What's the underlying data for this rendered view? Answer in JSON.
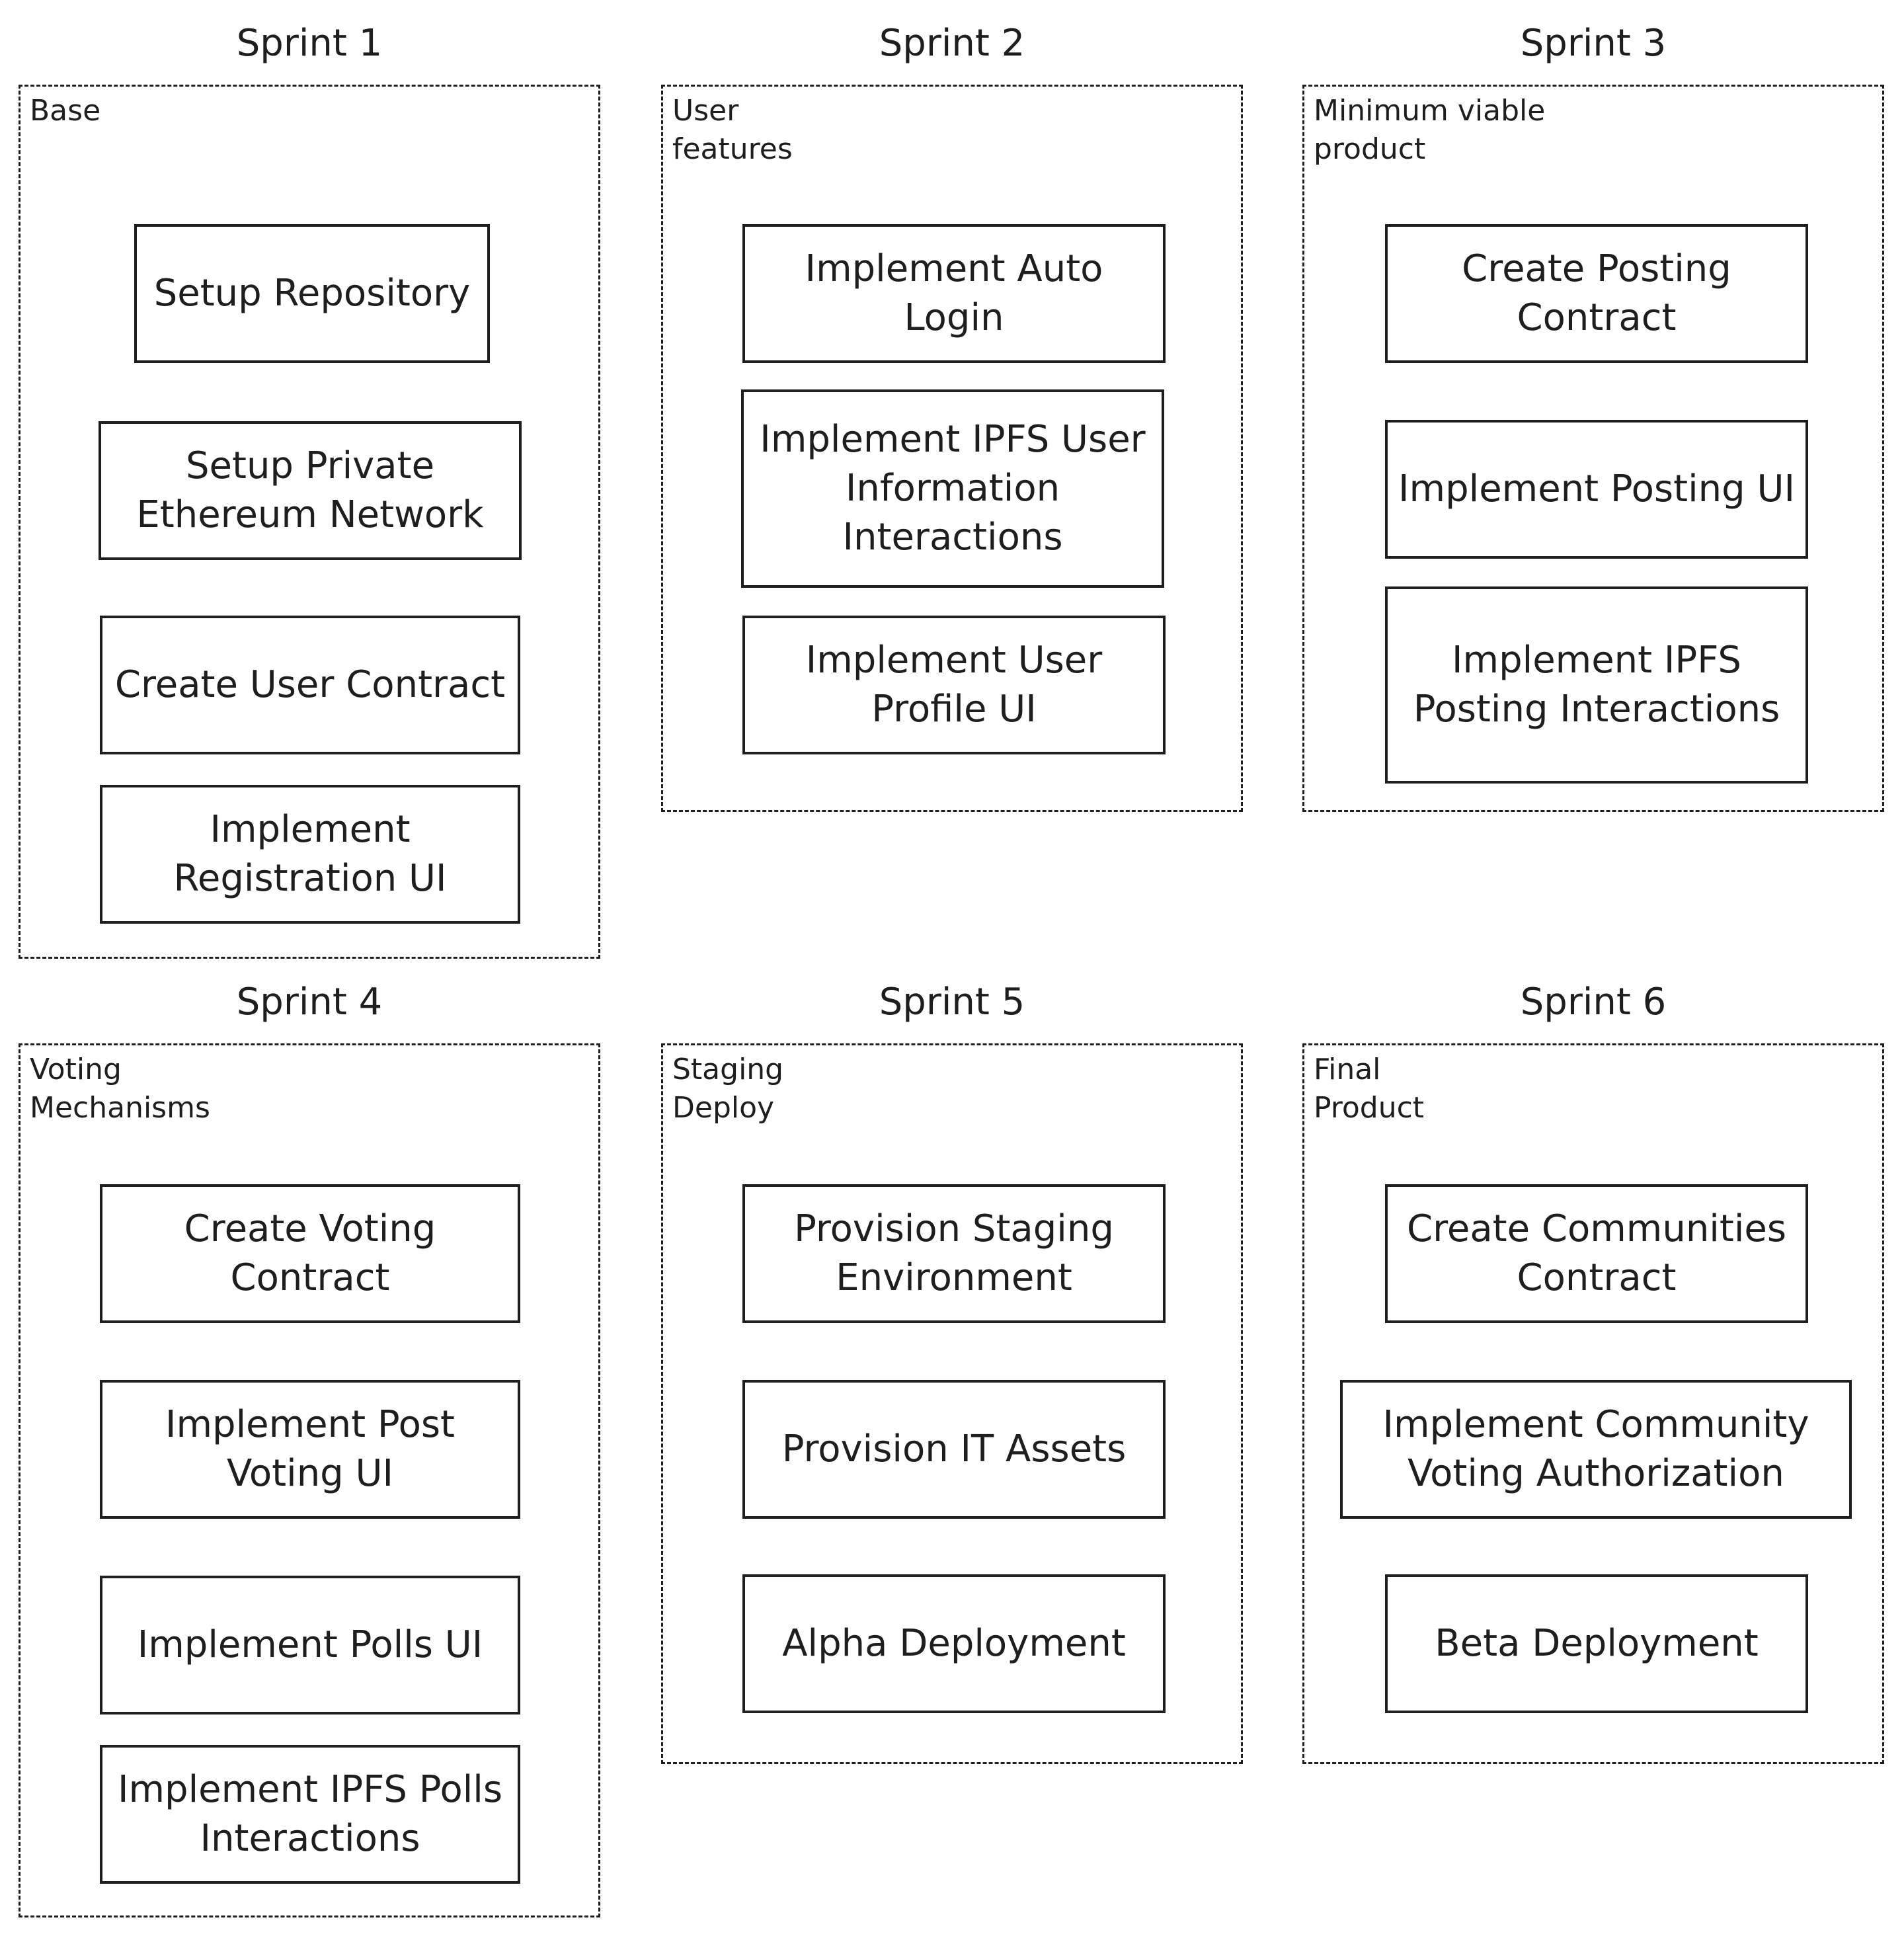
{
  "sprints": [
    {
      "title": "Sprint 1",
      "label": "Base",
      "tasks": [
        "Setup Repository",
        "Setup Private Ethereum Network",
        "Create User Contract",
        "Implement Registration UI"
      ]
    },
    {
      "title": "Sprint 2",
      "label": "User features",
      "tasks": [
        "Implement Auto Login",
        "Implement IPFS User Information Interactions",
        "Implement User Profile UI"
      ]
    },
    {
      "title": "Sprint 3",
      "label": "Minimum viable product",
      "tasks": [
        "Create Posting Contract",
        "Implement Posting UI",
        "Implement IPFS Posting Interactions"
      ]
    },
    {
      "title": "Sprint 4",
      "label": "Voting Mechanisms",
      "tasks": [
        "Create Voting Contract",
        "Implement Post Voting UI",
        "Implement Polls UI",
        "Implement IPFS Polls Interactions"
      ]
    },
    {
      "title": "Sprint 5",
      "label": "Staging Deploy",
      "tasks": [
        "Provision Staging Environment",
        "Provision IT Assets",
        "Alpha Deployment"
      ]
    },
    {
      "title": "Sprint 6",
      "label": "Final Product",
      "tasks": [
        "Create Communities Contract",
        "Implement Community Voting Authorization",
        "Beta Deployment"
      ]
    }
  ]
}
